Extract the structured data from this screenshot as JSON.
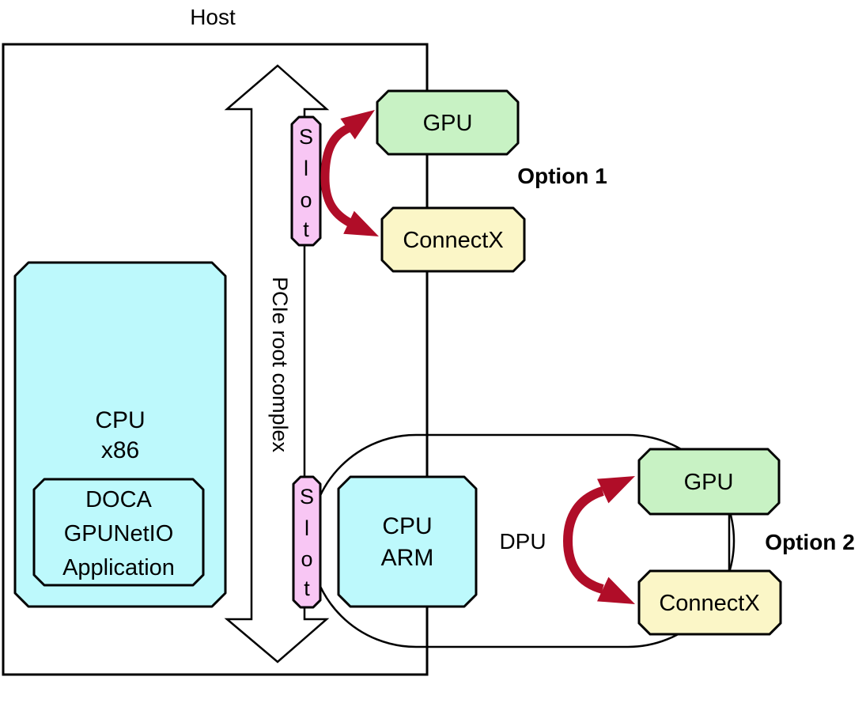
{
  "diagram_title": "Host",
  "colors": {
    "green": "#c8f2c4",
    "yellow": "#fbf6c7",
    "cyan": "#bdf9fc",
    "pink": "#f8c6f4",
    "red": "#b00d28",
    "white": "#ffffff"
  },
  "host": {
    "label": "Host"
  },
  "pcie": {
    "label": "PCIe root complex"
  },
  "slots": {
    "letters": [
      "S",
      "l",
      "o",
      "t"
    ]
  },
  "boxes": {
    "gpu1": {
      "label": "GPU"
    },
    "connectx1": {
      "label": "ConnectX"
    },
    "gpu2": {
      "label": "GPU"
    },
    "connectx2": {
      "label": "ConnectX"
    },
    "cpu_x86": {
      "line1": "CPU",
      "line2": "x86"
    },
    "doca": {
      "line1": "DOCA",
      "line2": "GPUNetIO",
      "line3": "Application"
    },
    "cpu_arm": {
      "line1": "CPU",
      "line2": "ARM"
    },
    "dpu": {
      "label": "DPU"
    }
  },
  "options": {
    "option1": "Option 1",
    "option2": "Option 2"
  }
}
